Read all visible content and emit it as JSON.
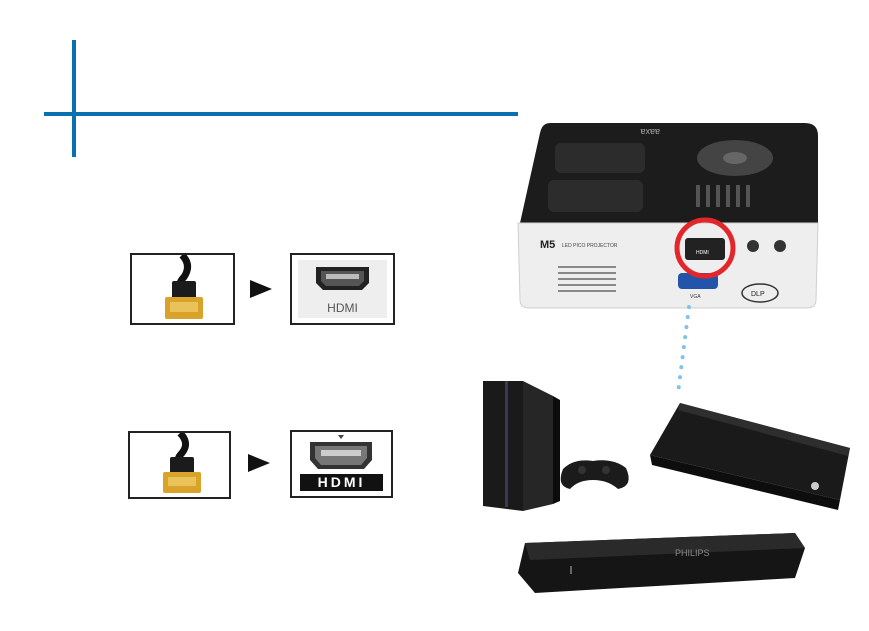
{
  "colors": {
    "accent_line": "#0a70b0",
    "highlight_circle": "#e3262b",
    "dotted_connector": "#7fc4e6",
    "gold_connector": "#d9a22a"
  },
  "connection_rows": [
    {
      "port_label": "HDMI"
    },
    {
      "port_label": "HDMI"
    }
  ],
  "projector": {
    "brand": "aaxa",
    "model": "M5",
    "model_subtitle": "LED PICO PROJECTOR",
    "hdmi_port_label": "HDMI",
    "vga_port_label": "VGA",
    "dlp_label": "DLP"
  },
  "devices": {
    "bluray_brand": "PHILIPS"
  }
}
